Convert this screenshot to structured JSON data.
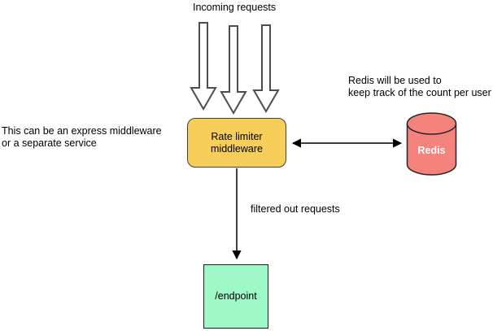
{
  "diagram": {
    "title_hint": "rate limiter architecture diagram",
    "incoming_requests_label": "Incoming requests",
    "left_note_line1": "This can be an express middleware",
    "left_note_line2": "or a separate service",
    "redis_note_line1": "Redis will be used to",
    "redis_note_line2": "keep track of the count per user",
    "rate_limiter_line1": "Rate limiter",
    "rate_limiter_line2": "middleware",
    "rate_limiter_fill": "#F8CE5B",
    "redis_label": "Redis",
    "redis_fill": "#F4827D",
    "redis_stroke": "#262626",
    "endpoint_label": "/endpoint",
    "endpoint_fill": "#9EF7C6",
    "filtered_label": "filtered out requests",
    "block_arrow_fill": "#ffffff",
    "block_arrow_stroke": "#4D4D4D",
    "connector_color": "#000000",
    "background": "#ffffff"
  }
}
